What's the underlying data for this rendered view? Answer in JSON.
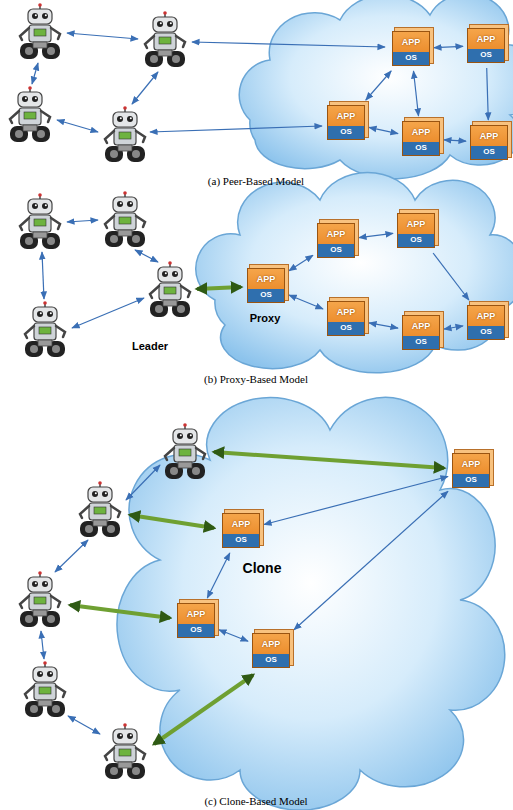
{
  "diagram": {
    "nodes": [
      {
        "text": [
          "APP",
          "OS"
        ]
      },
      {
        "text": [
          "APP",
          "OS"
        ]
      },
      {
        "text": [
          "APP",
          "OS"
        ]
      },
      {
        "text": [
          "APP",
          "OS"
        ]
      },
      {
        "text": [
          "APP",
          "OS"
        ]
      },
      {
        "text": [
          "APP",
          "OS"
        ]
      },
      {
        "text": [
          "APP",
          "OS"
        ]
      },
      {
        "text": [
          "APP",
          "OS"
        ]
      },
      {
        "text": [
          "APP",
          "OS"
        ]
      },
      {
        "text": [
          "APP",
          "OS"
        ]
      },
      {
        "text": [
          "APP",
          "OS"
        ]
      },
      {
        "text": [
          "APP",
          "OS"
        ]
      },
      {
        "text": [
          "APP",
          "OS"
        ]
      },
      {
        "text": [
          "APP",
          "OS"
        ]
      },
      {
        "text": [
          "APP",
          "OS"
        ]
      }
    ],
    "edges": [
      {
        "from": 0,
        "to": 1,
        "arrow": "both"
      },
      {
        "from": 0,
        "to": 2,
        "arrow": "both"
      },
      {
        "from": 0,
        "to": 3,
        "arrow": "both"
      },
      {
        "from": 2,
        "to": 3,
        "arrow": "both"
      },
      {
        "from": 3,
        "to": 4,
        "arrow": "both"
      },
      {
        "from": 1,
        "to": 4,
        "arrow": "to"
      },
      {
        "from": 5,
        "to": 6,
        "arrow": "both"
      },
      {
        "from": 6,
        "to": 7,
        "arrow": "both"
      },
      {
        "from": 5,
        "to": 8,
        "arrow": "both"
      },
      {
        "from": 8,
        "to": 9,
        "arrow": "both"
      },
      {
        "from": 9,
        "to": 10,
        "arrow": "both"
      },
      {
        "from": 7,
        "to": 10,
        "arrow": "to"
      },
      {
        "from": 12,
        "to": 11,
        "arrow": "both"
      },
      {
        "from": 12,
        "to": 13,
        "arrow": "both"
      },
      {
        "from": 13,
        "to": 14,
        "arrow": "both"
      },
      {
        "from": 14,
        "to": 11,
        "arrow": "both"
      }
    ],
    "labels": [
      "(a) Peer-Based Model",
      "Leader",
      "Proxy",
      "(b) Proxy-Based Model",
      "Clone",
      "(c) Clone-Based Model"
    ]
  }
}
